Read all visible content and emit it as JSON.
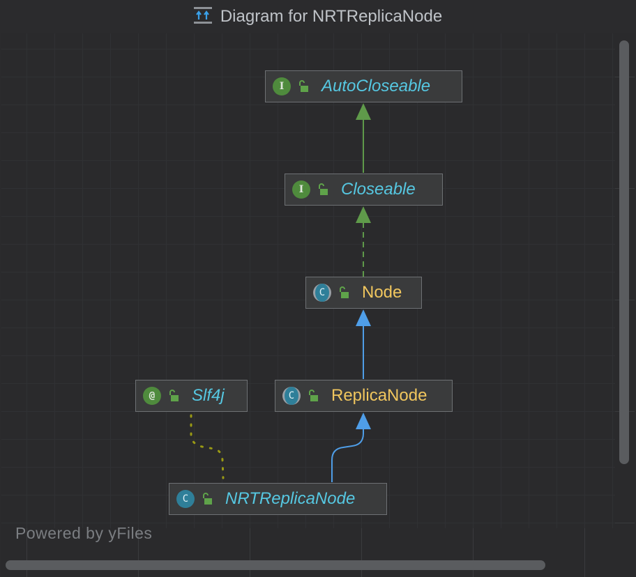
{
  "window": {
    "title": "Diagram for NRTReplicaNode",
    "title_icon": "class-hierarchy-icon"
  },
  "nodes": {
    "autocloseable": {
      "label": "AutoCloseable",
      "kind": "interface",
      "badge": "I"
    },
    "closeable": {
      "label": "Closeable",
      "kind": "interface",
      "badge": "I"
    },
    "node": {
      "label": "Node",
      "kind": "abstract-class",
      "badge": "C"
    },
    "slf4j": {
      "label": "Slf4j",
      "kind": "annotation",
      "badge": "@"
    },
    "replicanode": {
      "label": "ReplicaNode",
      "kind": "abstract-class",
      "badge": "C"
    },
    "nrtreplicanode": {
      "label": "NRTReplicaNode",
      "kind": "class",
      "badge": "C"
    }
  },
  "edges": [
    {
      "from": "Closeable",
      "to": "AutoCloseable",
      "type": "extends",
      "style": "solid",
      "color": "#5f9a4a"
    },
    {
      "from": "Node",
      "to": "Closeable",
      "type": "implements",
      "style": "dashed",
      "color": "#5f9a4a"
    },
    {
      "from": "ReplicaNode",
      "to": "Node",
      "type": "extends",
      "style": "solid",
      "color": "#4f9ee8"
    },
    {
      "from": "NRTReplicaNode",
      "to": "ReplicaNode",
      "type": "extends",
      "style": "solid",
      "color": "#4f9ee8"
    },
    {
      "from": "NRTReplicaNode",
      "to": "Slf4j",
      "type": "annotated-by",
      "style": "dotted",
      "color": "#9a9a14"
    }
  ],
  "footer": {
    "powered_by": "Powered by yFiles"
  },
  "colors": {
    "background": "#2b2b2d",
    "interface_text": "#56c8e2",
    "class_text": "#f0c65e",
    "implements_edge": "#5f9a4a",
    "extends_edge": "#4f9ee8",
    "annotation_edge": "#9a9a14"
  }
}
